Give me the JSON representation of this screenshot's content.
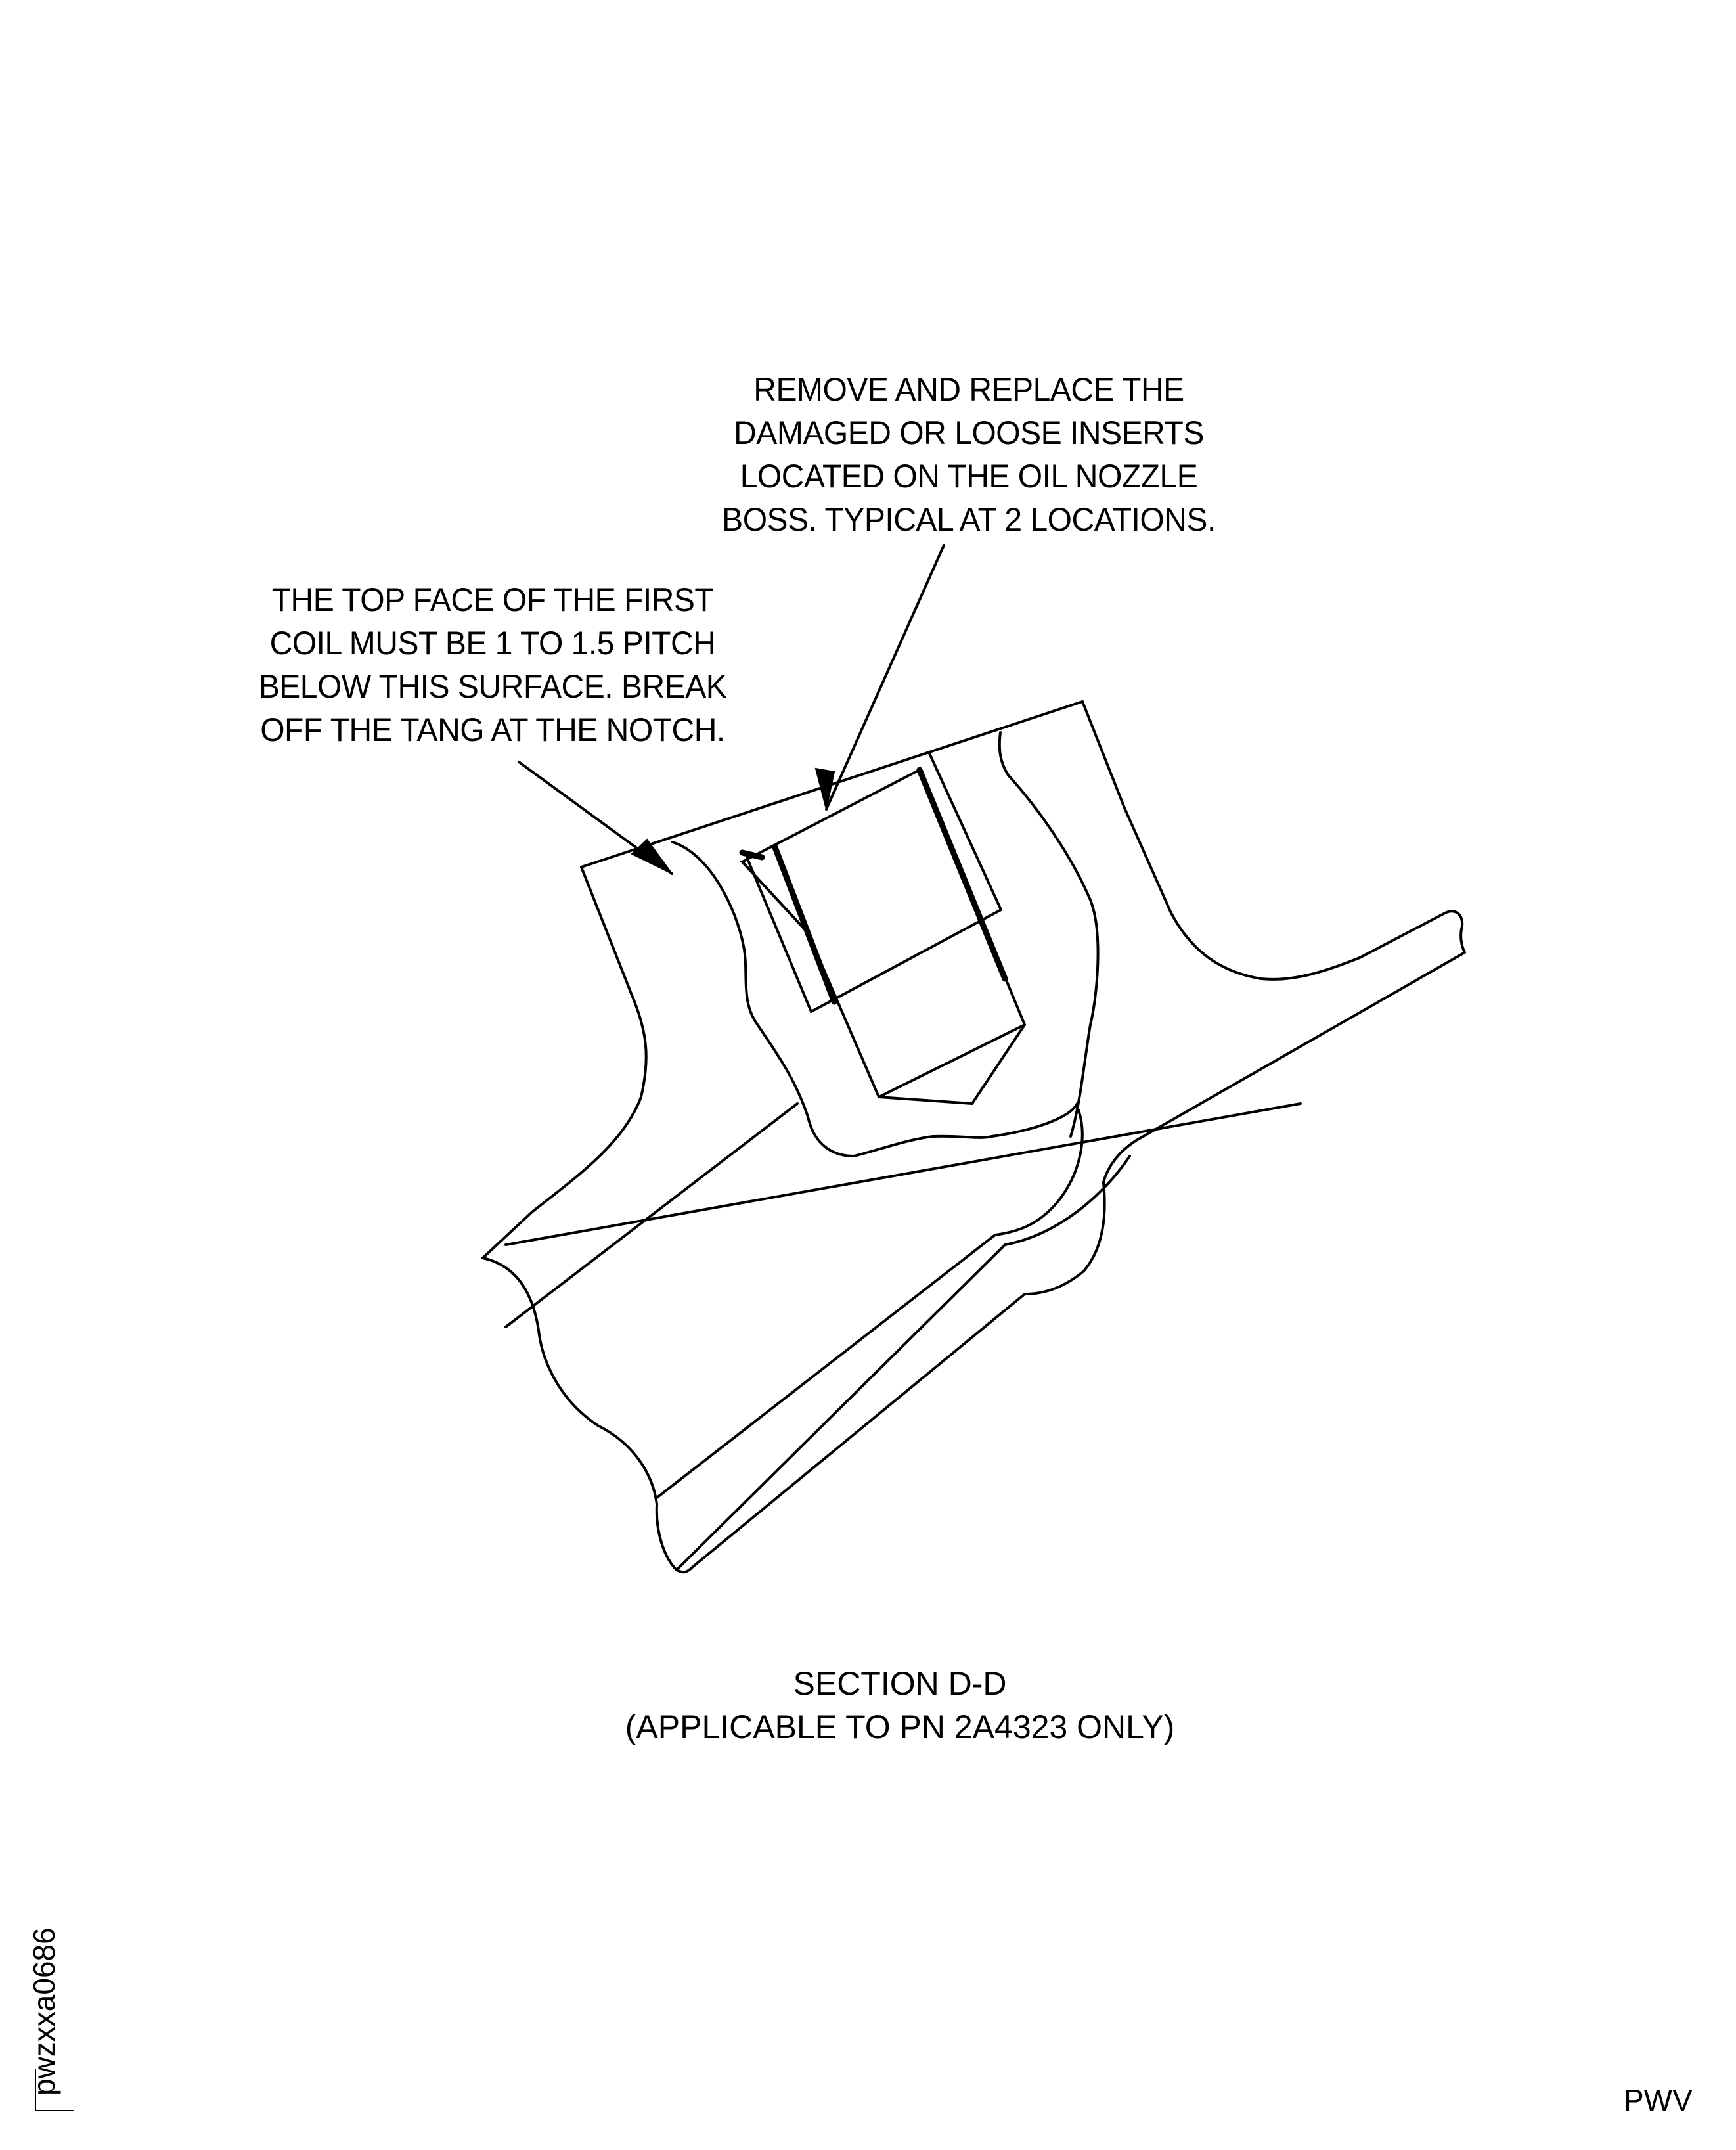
{
  "notes": {
    "insert_note": {
      "lines": [
        "REMOVE AND REPLACE THE",
        "DAMAGED OR LOOSE INSERTS",
        "LOCATED ON THE OIL NOZZLE",
        "BOSS. TYPICAL AT 2 LOCATIONS."
      ]
    },
    "coil_note": {
      "lines": [
        "THE TOP FACE OF THE FIRST",
        "COIL MUST BE 1 TO 1.5 PITCH",
        "BELOW THIS SURFACE. BREAK",
        "OFF THE TANG AT THE NOTCH."
      ]
    }
  },
  "caption": {
    "title": "SECTION D-D",
    "subtitle": "(APPLICABLE TO PN 2A4323 ONLY)"
  },
  "figure_id": "pwzxxa0686",
  "stamp": "PWV",
  "colors": {
    "background": "#ffffff",
    "ink": "#000000"
  }
}
